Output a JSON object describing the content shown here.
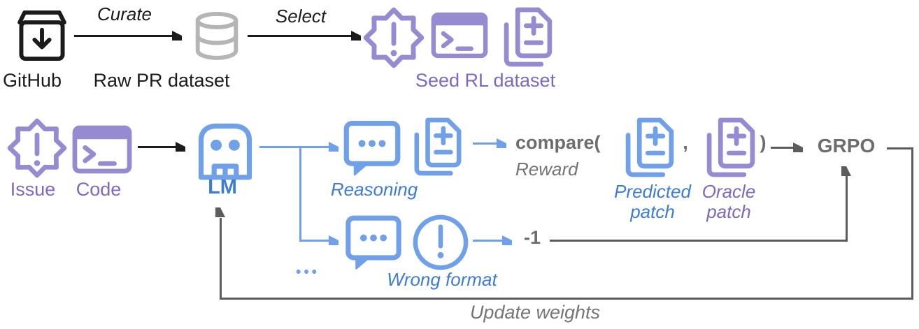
{
  "colors": {
    "ink": "#1b1b1b",
    "db_gray": "#b5b5b5",
    "purple": "#968ad0",
    "purple_text": "#7b6ac0",
    "blue": "#70a0e8",
    "blue_text": "#3e7cd1",
    "bold_gray": "#6d6d6d",
    "italic_gray": "#757575",
    "line_gray": "#5c5c5c"
  },
  "top_row": {
    "github_label": "GitHub",
    "curate_arrow_label": "Curate",
    "raw_pr_label": "Raw PR dataset",
    "select_arrow_label": "Select",
    "seed_rl_label": "Seed RL dataset"
  },
  "rl_loop": {
    "issue_label": "Issue",
    "code_label": "Code",
    "lm_label": "LM",
    "reasoning_label": "Reasoning",
    "reward_fn_label": "compare(",
    "reward_caption": "Reward",
    "comma": ",",
    "close_paren": ")",
    "grpo_label": "GRPO",
    "predicted_patch_line1": "Predicted",
    "predicted_patch_line2": "patch",
    "oracle_patch_line1": "Oracle",
    "oracle_patch_line2": "patch",
    "wrong_format_label": "Wrong format",
    "penalty_label": "-1",
    "more_rollouts_ellipsis": "•••",
    "update_weights_label": "Update weights"
  }
}
